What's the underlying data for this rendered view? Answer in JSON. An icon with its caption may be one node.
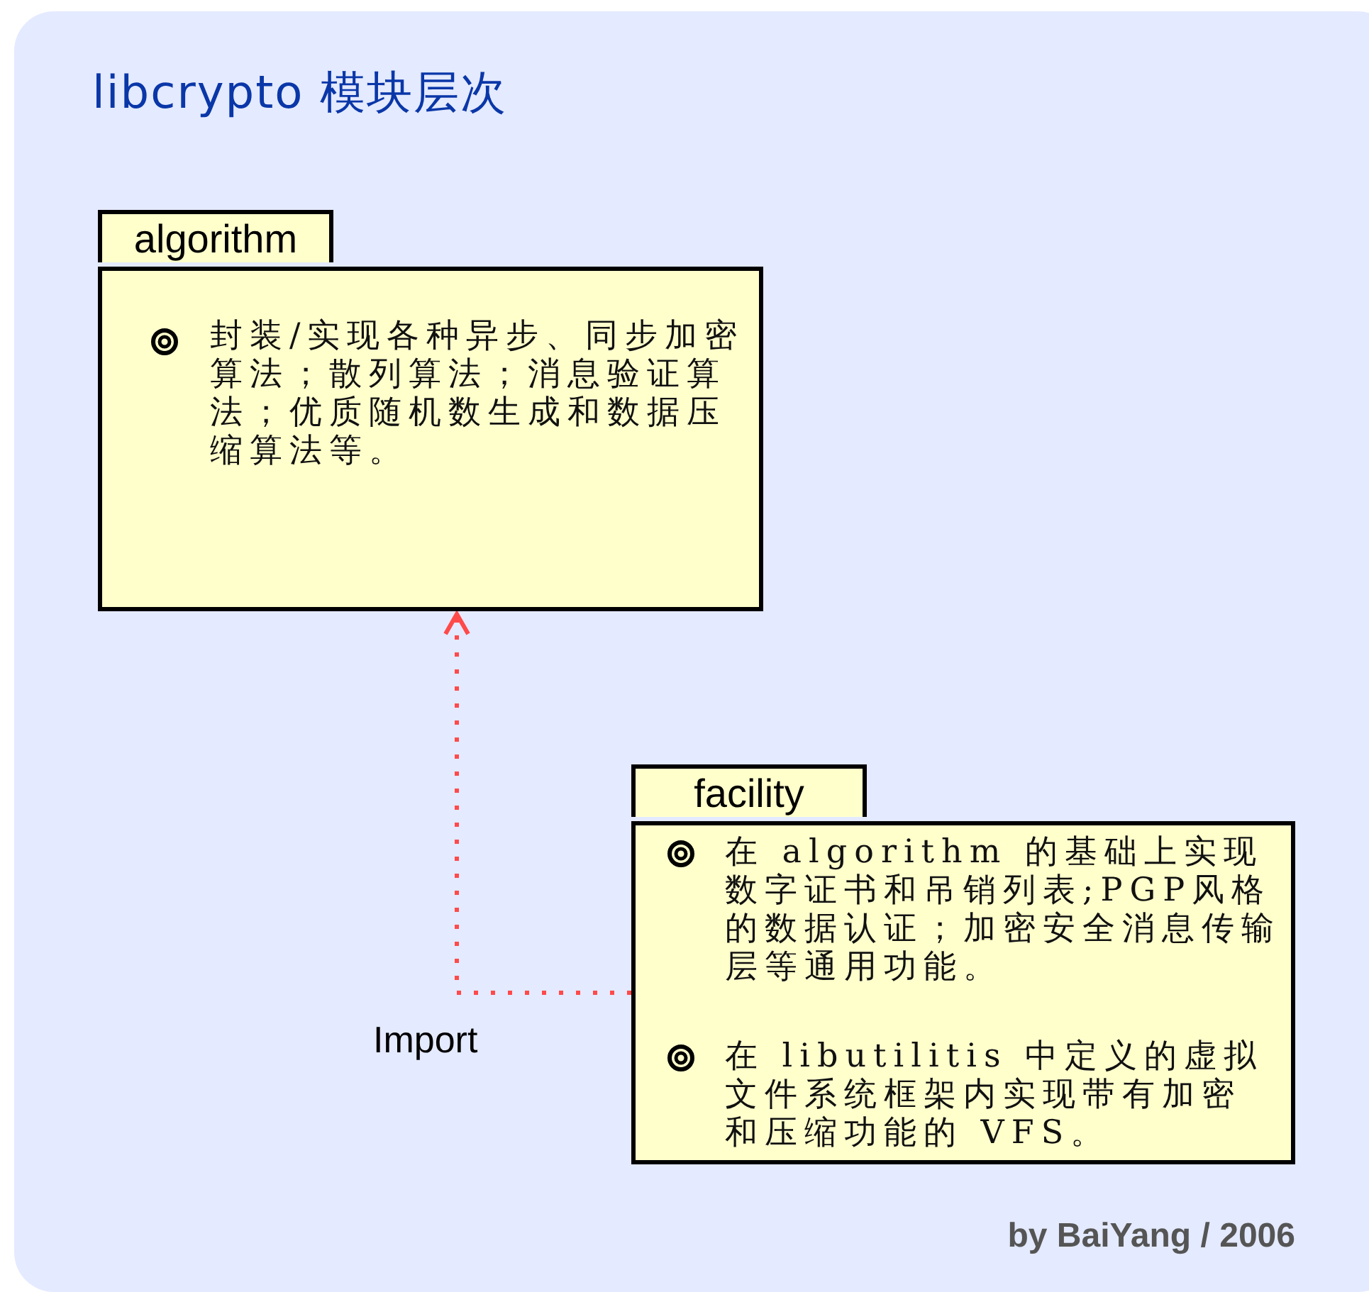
{
  "diagram": {
    "title": "libcrypto 模块层次",
    "nodes": [
      {
        "text": [
          "algorithm",
          "封装/实现各种异步、同步加密算法；散列算法；消息验证算法；优质随机数生成和数据压缩算法等。"
        ]
      },
      {
        "text": [
          "facility",
          "在 algorithm 的基础上实现数字证书和吊销列表;PGP风格的数据认证；加密安全消息传输层等通用功能。",
          "在 libutilitis 中定义的虚拟文件系统框架内实现带有加密和压缩功能的 VFS。"
        ]
      }
    ],
    "edges": [
      {
        "from": 1,
        "to": 0,
        "arrow": "to",
        "label": "Import",
        "style": "dashed",
        "color": "#ff4a4a"
      }
    ],
    "labels": [
      "by BaiYang / 2006"
    ]
  }
}
